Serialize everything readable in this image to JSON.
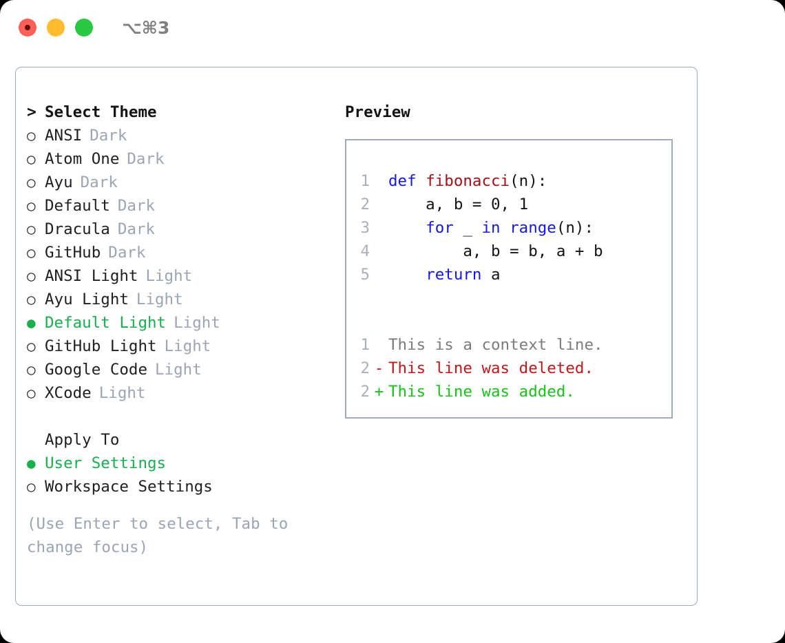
{
  "titlebar": {
    "buttons": [
      {
        "name": "close",
        "color": "#ff5f57"
      },
      {
        "name": "minimize",
        "color": "#ffbd2e"
      },
      {
        "name": "maximize",
        "color": "#28c840"
      }
    ],
    "shortcut": "⌥⌘3"
  },
  "colors": {
    "accent_green": "#16b14b",
    "muted_label": "#9aa5b5",
    "border": "#9fabba",
    "keyword_blue": "#1417e8",
    "function_red": "#a21217",
    "diff_del_red": "#c21818",
    "diff_add_green": "#15c415",
    "lineno_gray": "#a7b0bd"
  },
  "theme_list": {
    "prompt": ">",
    "header": "Select Theme",
    "marker_selected": "●",
    "marker_unselected": "○",
    "items": [
      {
        "name": "ANSI",
        "tag": "Dark",
        "selected": false
      },
      {
        "name": "Atom One",
        "tag": "Dark",
        "selected": false
      },
      {
        "name": "Ayu",
        "tag": "Dark",
        "selected": false
      },
      {
        "name": "Default",
        "tag": "Dark",
        "selected": false
      },
      {
        "name": "Dracula",
        "tag": "Dark",
        "selected": false
      },
      {
        "name": "GitHub",
        "tag": "Dark",
        "selected": false
      },
      {
        "name": "ANSI Light",
        "tag": "Light",
        "selected": false
      },
      {
        "name": "Ayu Light",
        "tag": "Light",
        "selected": false
      },
      {
        "name": "Default Light",
        "tag": "Light",
        "selected": true
      },
      {
        "name": "GitHub Light",
        "tag": "Light",
        "selected": false
      },
      {
        "name": "Google Code",
        "tag": "Light",
        "selected": false
      },
      {
        "name": "XCode",
        "tag": "Light",
        "selected": false
      }
    ]
  },
  "apply_to": {
    "header": "Apply To",
    "items": [
      {
        "name": "User Settings",
        "selected": true
      },
      {
        "name": "Workspace Settings",
        "selected": false
      }
    ]
  },
  "help_text": "(Use Enter to select, Tab to change focus)",
  "preview": {
    "title": "Preview",
    "code_lines": [
      {
        "lineno": "1",
        "gutter": " ",
        "tokens": [
          {
            "text": "def ",
            "type": "kw"
          },
          {
            "text": "fibonacci",
            "type": "fn"
          },
          {
            "text": "(n):",
            "type": "plain"
          }
        ]
      },
      {
        "lineno": "2",
        "gutter": " ",
        "tokens": [
          {
            "text": "    a, b = 0, 1",
            "type": "plain"
          }
        ]
      },
      {
        "lineno": "3",
        "gutter": " ",
        "tokens": [
          {
            "text": "    ",
            "type": "plain"
          },
          {
            "text": "for",
            "type": "kw"
          },
          {
            "text": " _ ",
            "type": "plain"
          },
          {
            "text": "in",
            "type": "kw"
          },
          {
            "text": " ",
            "type": "plain"
          },
          {
            "text": "range",
            "type": "kw"
          },
          {
            "text": "(n):",
            "type": "plain"
          }
        ]
      },
      {
        "lineno": "4",
        "gutter": " ",
        "tokens": [
          {
            "text": "        a, b = b, a + b",
            "type": "plain"
          }
        ]
      },
      {
        "lineno": "5",
        "gutter": " ",
        "tokens": [
          {
            "text": "    ",
            "type": "plain"
          },
          {
            "text": "return",
            "type": "kw"
          },
          {
            "text": " a",
            "type": "plain"
          }
        ]
      }
    ],
    "diff_lines": [
      {
        "lineno": "1",
        "gutter": " ",
        "text": "This is a context line.",
        "kind": "context"
      },
      {
        "lineno": "2",
        "gutter": "-",
        "text": "This line was deleted.",
        "kind": "del"
      },
      {
        "lineno": "2",
        "gutter": "+",
        "text": "This line was added.",
        "kind": "add"
      }
    ]
  }
}
